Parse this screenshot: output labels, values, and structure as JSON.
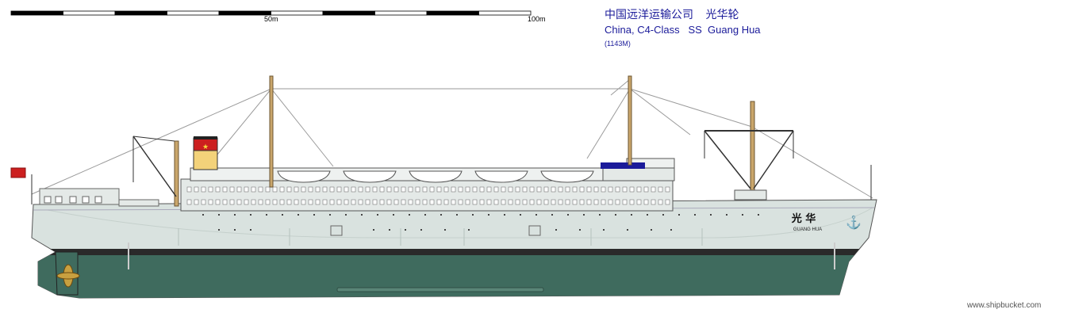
{
  "scale_bar": {
    "label_mid": "50m",
    "label_end": "100m"
  },
  "title": {
    "chinese": "中国远洋运输公司    光华轮",
    "english": "China, C4-Class   SS  Guang Hua",
    "note": "(1143M)"
  },
  "hull_markings": {
    "name_cn": "光 华",
    "name_en": "GUANG HUA"
  },
  "credit": "www.shipbucket.com",
  "colors": {
    "hull_upper": "#d9e2df",
    "hull_lower": "#3f6b5e",
    "boot_top": "#2a2a2a",
    "superstructure": "#e4e9e7",
    "funnel_band": "#cc1f1f",
    "funnel_lower": "#f3d27a",
    "text_blue": "#1b1b9a"
  }
}
